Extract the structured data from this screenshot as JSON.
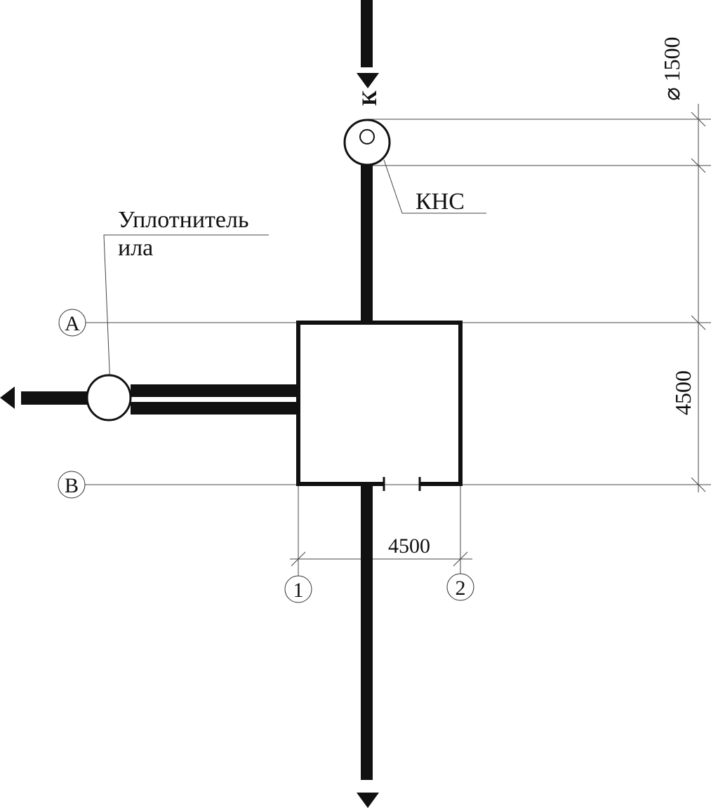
{
  "labels": {
    "flow_marker": "К",
    "diameter": "⌀ 1500",
    "pump_station": "КНС",
    "thickener_line1": "Уплотнитель",
    "thickener_line2": "ила",
    "axis_a": "A",
    "axis_b": "B",
    "axis_1": "1",
    "axis_2": "2",
    "dim_vertical": "4500",
    "dim_horizontal": "4500"
  },
  "colors": {
    "line": "#111111",
    "thin": "#444444",
    "background": "#ffffff"
  }
}
